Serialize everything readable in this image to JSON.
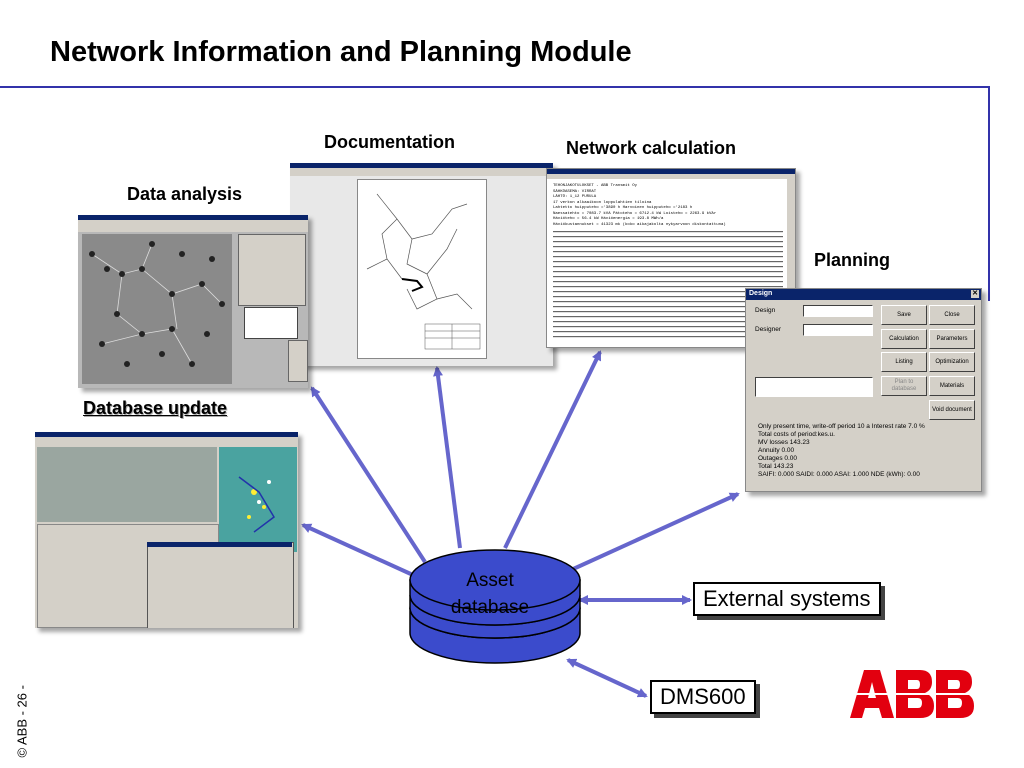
{
  "slide": {
    "title": "Network Information and Planning Module",
    "copyright": "© ABB - 26 -"
  },
  "labels": {
    "documentation": "Documentation",
    "network_calculation": "Network calculation",
    "data_analysis": "Data analysis",
    "planning": "Planning",
    "database_update": "Database update"
  },
  "center": {
    "line1": "Asset",
    "line2": "database"
  },
  "external_systems": "External systems",
  "dms": "DMS600",
  "logo": "ABB",
  "colors": {
    "accent": "#3333aa",
    "arrow": "#6666cc",
    "cylinder": "#3b4bcc",
    "abb_red": "#e2000f"
  },
  "planning_dialog": {
    "title": "Design",
    "design_label": "Design",
    "designer_label": "Designer",
    "buttons": {
      "save": "Save",
      "close": "Close",
      "calculation": "Calculation",
      "parameters": "Parameters",
      "listing": "Listing",
      "optimization": "Optimization",
      "plan_to_database": "Plan to database",
      "materials": "Materials",
      "void_document": "Void document"
    },
    "summary": [
      "Only present time, write-off period 10 a Interest rate  7.0 %",
      "Total costs of period:kes.u.",
      "MV losses 143.23",
      "  Annuity   0.00",
      "Outages   0.00",
      "Total 143.23",
      "SAIFI:  0.000  SAIDI:  0.000 ASAI:  1.000      NDE (kWh):  0.00"
    ]
  },
  "netcalc_text": [
    "TEHONJAKOTULOKSET - ABB Transmit Oy",
    "SÄHKÖASEMA: VIRRAT",
    "LÄHTÖ: 1_12 PURULA",
    "17 verkon alkaaikoon loppulahtien tiloina",
    "Lahtetto huipputeho ='3890 h  Harvoinen huipputeho ='2183 h",
    "Naessatehto = 7083.7 kVA Pätoteho = 6712.4 kW Loisteho = 2263.9 kVAr",
    "Häviöteho = 56.4  kW Häviöenergia = 193.8  MWh/a",
    "Häviökustannukset = 41323 mk (koko aikajakolta nykyarvoon diskontattuna)"
  ]
}
